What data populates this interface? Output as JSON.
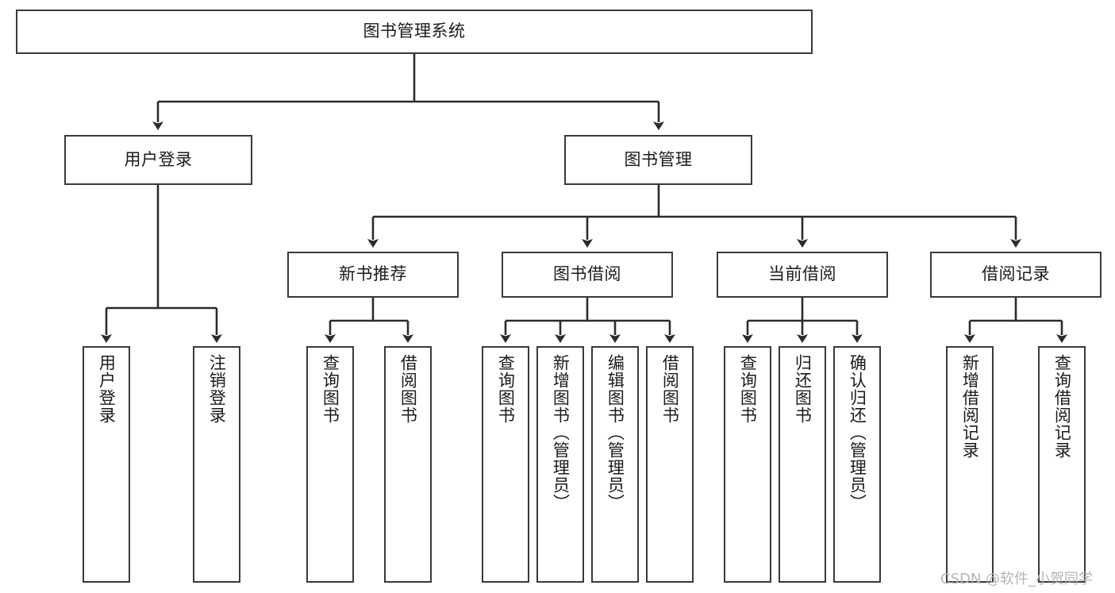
{
  "diagram": {
    "title": "图书管理系统",
    "type": "tree-hierarchy-diagram",
    "colors": {
      "box_border": "#3a3a3a",
      "box_fill": "#ffffff",
      "connector": "#2b2b2b",
      "text": "#1b1b1b",
      "watermark": "#b6b6b6",
      "background": "#ffffff"
    },
    "root": {
      "label": "图书管理系统"
    },
    "level2": [
      {
        "label": "用户登录"
      },
      {
        "label": "图书管理"
      }
    ],
    "level3": [
      {
        "label": "新书推荐"
      },
      {
        "label": "图书借阅"
      },
      {
        "label": "当前借阅"
      },
      {
        "label": "借阅记录"
      }
    ],
    "leaves": {
      "user_login": [
        {
          "label": "用户登录"
        },
        {
          "label": "注销登录"
        }
      ],
      "new_book_recommend": [
        {
          "label": "查询图书"
        },
        {
          "label": "借阅图书"
        }
      ],
      "book_borrow": [
        {
          "label": "查询图书"
        },
        {
          "label": "新增图书（管理员）"
        },
        {
          "label": "编辑图书（管理员）"
        },
        {
          "label": "借阅图书"
        }
      ],
      "current_borrow": [
        {
          "label": "查询图书"
        },
        {
          "label": "归还图书"
        },
        {
          "label": "确认归还（管理员）"
        }
      ],
      "borrow_record": [
        {
          "label": "新增借阅记录"
        },
        {
          "label": "查询借阅记录"
        }
      ]
    }
  },
  "watermark": {
    "text": "CSDN @软件_小贺同学"
  }
}
